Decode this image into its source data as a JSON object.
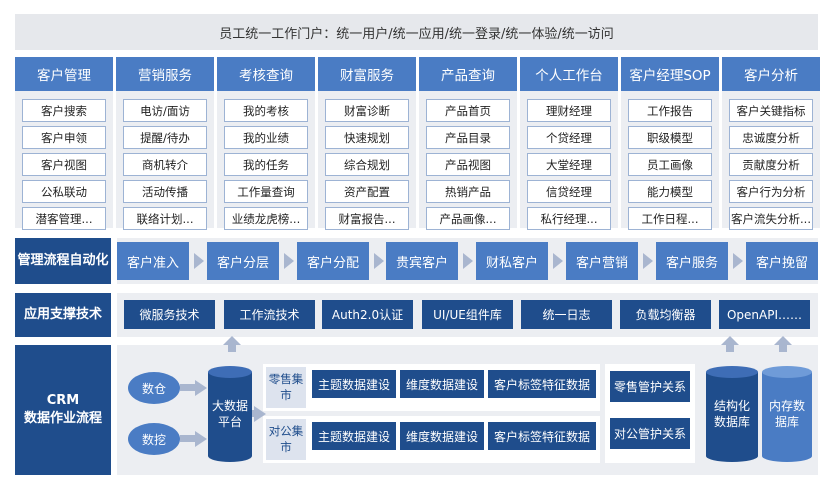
{
  "banner": "员工统一工作门户：统一用户/统一应用/统一登录/统一体验/统一访问",
  "modules": [
    {
      "title": "客户管理",
      "items": [
        "客户搜索",
        "客户申领",
        "客户视图",
        "公私联动",
        "潜客管理..."
      ]
    },
    {
      "title": "营销服务",
      "items": [
        "电访/面访",
        "提醒/待办",
        "商机转介",
        "活动传播",
        "联络计划..."
      ]
    },
    {
      "title": "考核查询",
      "items": [
        "我的考核",
        "我的业绩",
        "我的任务",
        "工作量查询",
        "业绩龙虎榜..."
      ]
    },
    {
      "title": "财富服务",
      "items": [
        "财富诊断",
        "快速规划",
        "综合规划",
        "资产配置",
        "财富报告..."
      ]
    },
    {
      "title": "产品查询",
      "items": [
        "产品首页",
        "产品目录",
        "产品视图",
        "热销产品",
        "产品画像..."
      ]
    },
    {
      "title": "个人工作台",
      "items": [
        "理财经理",
        "个贷经理",
        "大堂经理",
        "信贷经理",
        "私行经理..."
      ]
    },
    {
      "title": "客户经理SOP",
      "items": [
        "工作报告",
        "职级模型",
        "员工画像",
        "能力模型",
        "工作日程..."
      ]
    },
    {
      "title": "客户分析",
      "items": [
        "客户关键指标",
        "忠诚度分析",
        "贡献度分析",
        "客户行为分析",
        "客户流失分析..."
      ]
    }
  ],
  "rows": {
    "process_label": "管理流程自动化",
    "tech_label": "应用支撑技术",
    "crm_label_1": "CRM",
    "crm_label_2": "数据作业流程"
  },
  "process_steps": [
    "客户准入",
    "客户分层",
    "客户分配",
    "贵宾客户",
    "财私客户",
    "客户营销",
    "客户服务",
    "客户挽留"
  ],
  "tech_items": [
    "微服务技术",
    "工作流技术",
    "Auth2.0认证",
    "UI/UE组件库",
    "统一日志",
    "负载均衡器",
    "OpenAPI……"
  ],
  "crm": {
    "source_1": "数仓",
    "source_2": "数挖",
    "platform": "大数据平台",
    "marts": [
      {
        "label": "零售集市",
        "boxes": [
          "主题数据建设",
          "维度数据建设",
          "客户标签特征数据"
        ]
      },
      {
        "label": "对公集市",
        "boxes": [
          "主题数据建设",
          "维度数据建设",
          "客户标签特征数据"
        ]
      }
    ],
    "relations": [
      "零售管护关系",
      "对公管护关系"
    ],
    "db_structured": "结构化数据库",
    "db_memory": "内存数据库"
  },
  "colors": {
    "primary": "#4a7cc4",
    "dark": "#1f4d8c",
    "panel": "#eceef2",
    "arrow": "#a9b6cf"
  }
}
